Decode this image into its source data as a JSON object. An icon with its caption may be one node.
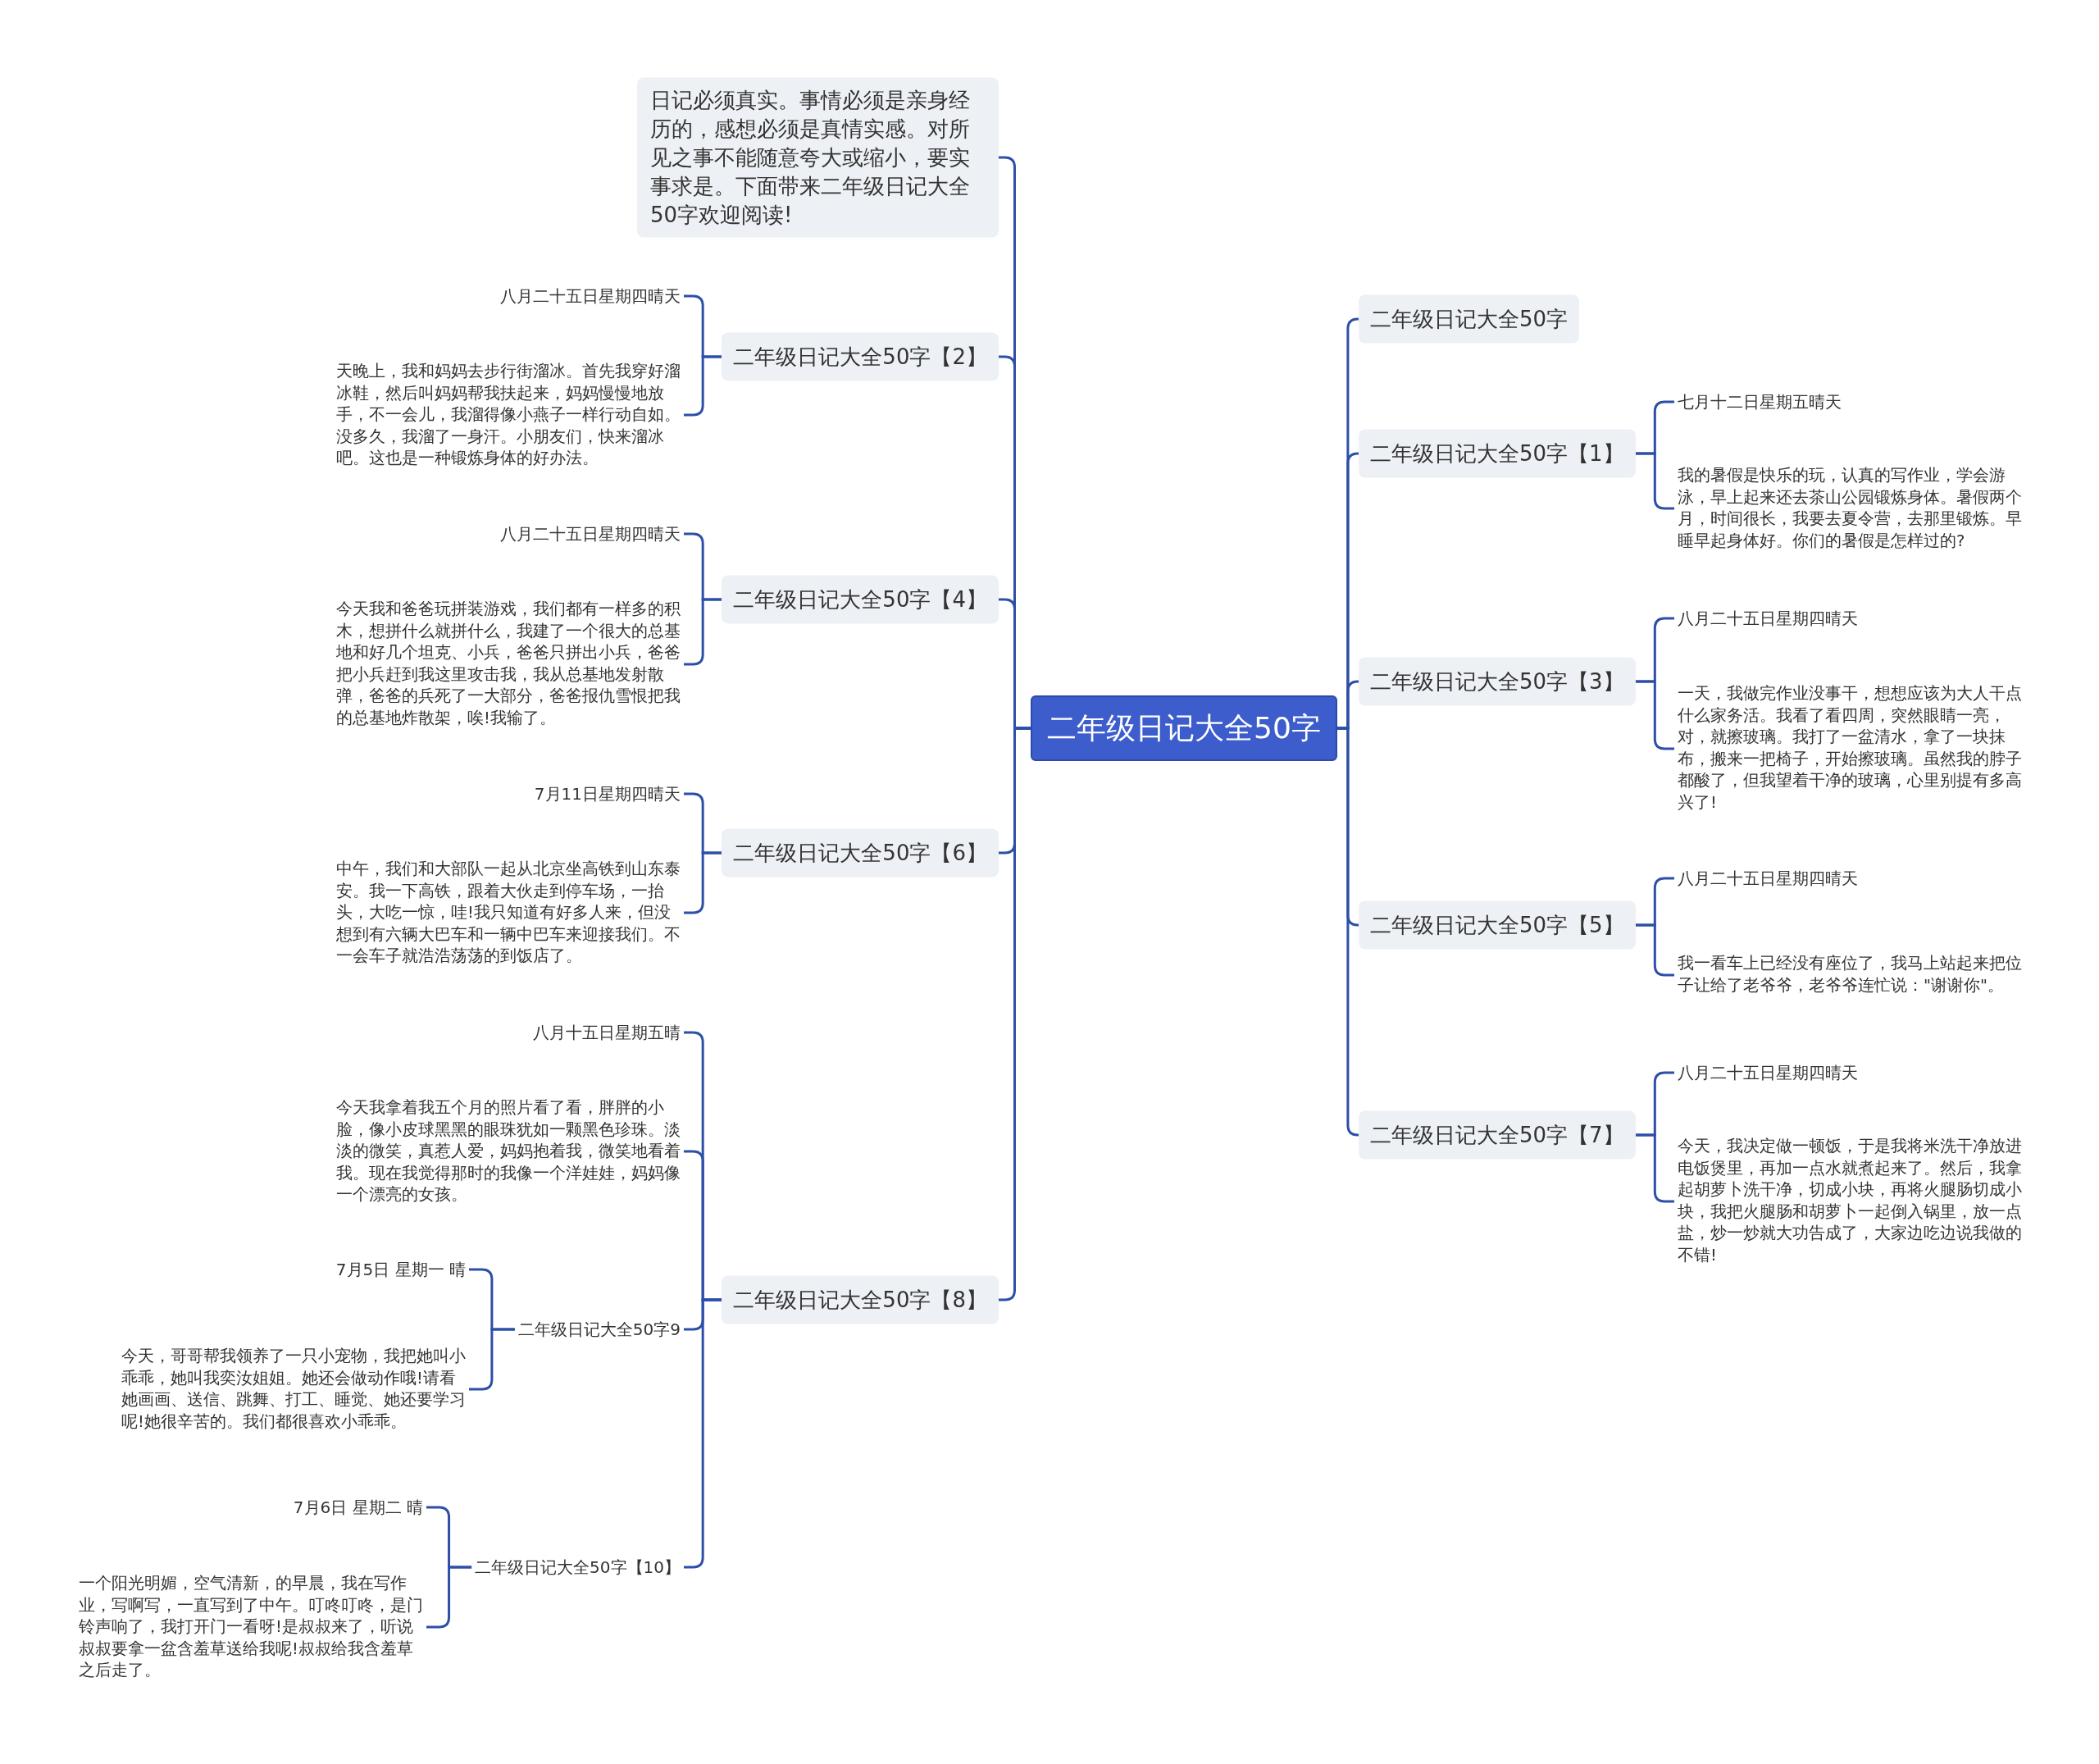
{
  "diagram": {
    "nodes": [
      {
        "text": [
          "二年级日记大全50字"
        ]
      },
      {
        "text": [
          "日记必须真实。事情必须是亲身经历的，感想必须是真情实感。对所见之事不能随意夸大或缩小，要实事求是。下面带来二年级日记大全50字欢迎阅读!"
        ]
      },
      {
        "text": [
          "二年级日记大全50字【2】"
        ]
      },
      {
        "text": [
          "八月二十五日星期四晴天"
        ]
      },
      {
        "text": [
          "天晚上，我和妈妈去步行街溜冰。首先我穿好溜冰鞋，然后叫妈妈帮我扶起来，妈妈慢慢地放手，不一会儿，我溜得像小燕子一样行动自如。没多久，我溜了一身汗。小朋友们，快来溜冰吧。这也是一种锻炼身体的好办法。"
        ]
      },
      {
        "text": [
          "二年级日记大全50字【4】"
        ]
      },
      {
        "text": [
          "八月二十五日星期四晴天"
        ]
      },
      {
        "text": [
          "今天我和爸爸玩拼装游戏，我们都有一样多的积木，想拼什么就拼什么，我建了一个很大的总基地和好几个坦克、小兵，爸爸只拼出小兵，爸爸把小兵赶到我这里攻击我，我从总基地发射散弹，爸爸的兵死了一大部分，爸爸报仇雪恨把我的总基地炸散架，唉!我输了。"
        ]
      },
      {
        "text": [
          "二年级日记大全50字【6】"
        ]
      },
      {
        "text": [
          "7月11日星期四晴天"
        ]
      },
      {
        "text": [
          "中午，我们和大部队一起从北京坐高铁到山东泰安。我一下高铁，跟着大伙走到停车场，一抬头，大吃一惊，哇!我只知道有好多人来，但没想到有六辆大巴车和一辆中巴车来迎接我们。不一会车子就浩浩荡荡的到饭店了。"
        ]
      },
      {
        "text": [
          "二年级日记大全50字【8】"
        ]
      },
      {
        "text": [
          "八月十五日星期五晴"
        ]
      },
      {
        "text": [
          "今天我拿着我五个月的照片看了看，胖胖的小脸，像小皮球黑黑的眼珠犹如一颗黑色珍珠。淡淡的微笑，真惹人爱，妈妈抱着我，微笑地看着我。现在我觉得那时的我像一个洋娃娃，妈妈像一个漂亮的女孩。"
        ]
      },
      {
        "text": [
          "二年级日记大全50字9"
        ]
      },
      {
        "text": [
          "7月5日 星期一 晴"
        ]
      },
      {
        "text": [
          "今天，哥哥帮我领养了一只小宠物，我把她叫小乖乖，她叫我奕汝姐姐。她还会做动作哦!请看她画画、送信、跳舞、打工、睡觉、她还要学习呢!她很辛苦的。我们都很喜欢小乖乖。"
        ]
      },
      {
        "text": [
          "二年级日记大全50字【10】"
        ]
      },
      {
        "text": [
          "7月6日 星期二 晴"
        ]
      },
      {
        "text": [
          "一个阳光明媚，空气清新，的早晨，我在写作业，写啊写，一直写到了中午。叮咚叮咚，是门铃声响了，我打开门一看呀!是叔叔来了，听说叔叔要拿一盆含羞草送给我呢!叔叔给我含羞草之后走了。"
        ]
      },
      {
        "text": [
          "二年级日记大全50字"
        ]
      },
      {
        "text": [
          "二年级日记大全50字【1】"
        ]
      },
      {
        "text": [
          "七月十二日星期五晴天"
        ]
      },
      {
        "text": [
          "我的暑假是快乐的玩，认真的写作业，学会游泳，早上起来还去茶山公园锻炼身体。暑假两个月，时间很长，我要去夏令营，去那里锻炼。早睡早起身体好。你们的暑假是怎样过的?"
        ]
      },
      {
        "text": [
          "二年级日记大全50字【3】"
        ]
      },
      {
        "text": [
          "八月二十五日星期四晴天"
        ]
      },
      {
        "text": [
          "一天，我做完作业没事干，想想应该为大人干点什么家务活。我看了看四周，突然眼睛一亮，对，就擦玻璃。我打了一盆清水，拿了一块抹布，搬来一把椅子，开始擦玻璃。虽然我的脖子都酸了，但我望着干净的玻璃，心里别提有多高兴了!"
        ]
      },
      {
        "text": [
          "二年级日记大全50字【5】"
        ]
      },
      {
        "text": [
          "八月二十五日星期四晴天"
        ]
      },
      {
        "text": [
          "我一看车上已经没有座位了，我马上站起来把位子让给了老爷爷，老爷爷连忙说：\"谢谢你\"。"
        ]
      },
      {
        "text": [
          "二年级日记大全50字【7】"
        ]
      },
      {
        "text": [
          "八月二十五日星期四晴天"
        ]
      },
      {
        "text": [
          "今天，我决定做一顿饭，于是我将米洗干净放进电饭煲里，再加一点水就煮起来了。然后，我拿起胡萝卜洗干净，切成小块，再将火腿肠切成小块，我把火腿肠和胡萝卜一起倒入锅里，放一点盐，炒一炒就大功告成了，大家边吃边说我做的不错!"
        ]
      }
    ],
    "edges": [
      {
        "from": 0,
        "to": 1,
        "arrow": "none"
      },
      {
        "from": 0,
        "to": 2,
        "arrow": "none"
      },
      {
        "from": 2,
        "to": 3,
        "arrow": "none"
      },
      {
        "from": 2,
        "to": 4,
        "arrow": "none"
      },
      {
        "from": 0,
        "to": 5,
        "arrow": "none"
      },
      {
        "from": 5,
        "to": 6,
        "arrow": "none"
      },
      {
        "from": 5,
        "to": 7,
        "arrow": "none"
      },
      {
        "from": 0,
        "to": 8,
        "arrow": "none"
      },
      {
        "from": 8,
        "to": 9,
        "arrow": "none"
      },
      {
        "from": 8,
        "to": 10,
        "arrow": "none"
      },
      {
        "from": 0,
        "to": 11,
        "arrow": "none"
      },
      {
        "from": 11,
        "to": 12,
        "arrow": "none"
      },
      {
        "from": 11,
        "to": 13,
        "arrow": "none"
      },
      {
        "from": 11,
        "to": 14,
        "arrow": "none"
      },
      {
        "from": 14,
        "to": 15,
        "arrow": "none"
      },
      {
        "from": 14,
        "to": 16,
        "arrow": "none"
      },
      {
        "from": 11,
        "to": 17,
        "arrow": "none"
      },
      {
        "from": 17,
        "to": 18,
        "arrow": "none"
      },
      {
        "from": 17,
        "to": 19,
        "arrow": "none"
      },
      {
        "from": 0,
        "to": 20,
        "arrow": "none"
      },
      {
        "from": 0,
        "to": 21,
        "arrow": "none"
      },
      {
        "from": 21,
        "to": 22,
        "arrow": "none"
      },
      {
        "from": 21,
        "to": 23,
        "arrow": "none"
      },
      {
        "from": 0,
        "to": 24,
        "arrow": "none"
      },
      {
        "from": 24,
        "to": 25,
        "arrow": "none"
      },
      {
        "from": 24,
        "to": 26,
        "arrow": "none"
      },
      {
        "from": 0,
        "to": 27,
        "arrow": "none"
      },
      {
        "from": 27,
        "to": 28,
        "arrow": "none"
      },
      {
        "from": 27,
        "to": 29,
        "arrow": "none"
      },
      {
        "from": 0,
        "to": 30,
        "arrow": "none"
      },
      {
        "from": 30,
        "to": 31,
        "arrow": "none"
      },
      {
        "from": 30,
        "to": 32,
        "arrow": "none"
      }
    ]
  }
}
